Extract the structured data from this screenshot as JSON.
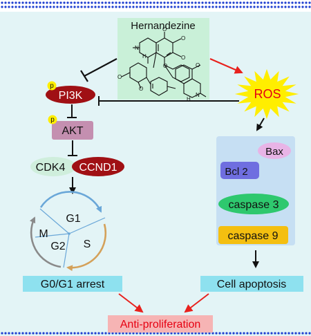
{
  "compound": {
    "name": "Hernandezine"
  },
  "nodes": {
    "p_marker": "p",
    "pi3k": "PI3K",
    "akt": "AKT",
    "cdk4": "CDK4",
    "ccnd1": "CCND1",
    "ros": "ROS",
    "bax": "Bax",
    "bcl2": "Bcl 2",
    "caspase3": "caspase 3",
    "caspase9": "caspase 9"
  },
  "cell_cycle": {
    "g1": "G1",
    "s": "S",
    "g2": "G2",
    "m": "M"
  },
  "outcomes": {
    "arrest": "G0/G1 arrest",
    "apoptosis": "Cell apoptosis",
    "anti_proliferation": "Anti-proliferation"
  },
  "colors": {
    "background": "#e3f4f6",
    "border_dots": "#1f3fd0",
    "compound_box": "#c9f0d8",
    "pi3k": "#a01014",
    "akt": "#c48fb0",
    "cdk4": "#cfeedc",
    "ccnd1": "#a01014",
    "ros_burst": "#ffee00",
    "ros_text": "#e60012",
    "apoptosis_panel": "#c6dff3",
    "bax": "#e8b4e6",
    "bcl2": "#6f6ee0",
    "caspase3": "#2ec86e",
    "caspase9": "#f4bf10",
    "outcome_box": "#8ee1ef",
    "anti_box": "#f6b4b4",
    "anti_text": "#e60012",
    "red_arrow": "#e8211d",
    "p_badge": "#ffee00"
  }
}
